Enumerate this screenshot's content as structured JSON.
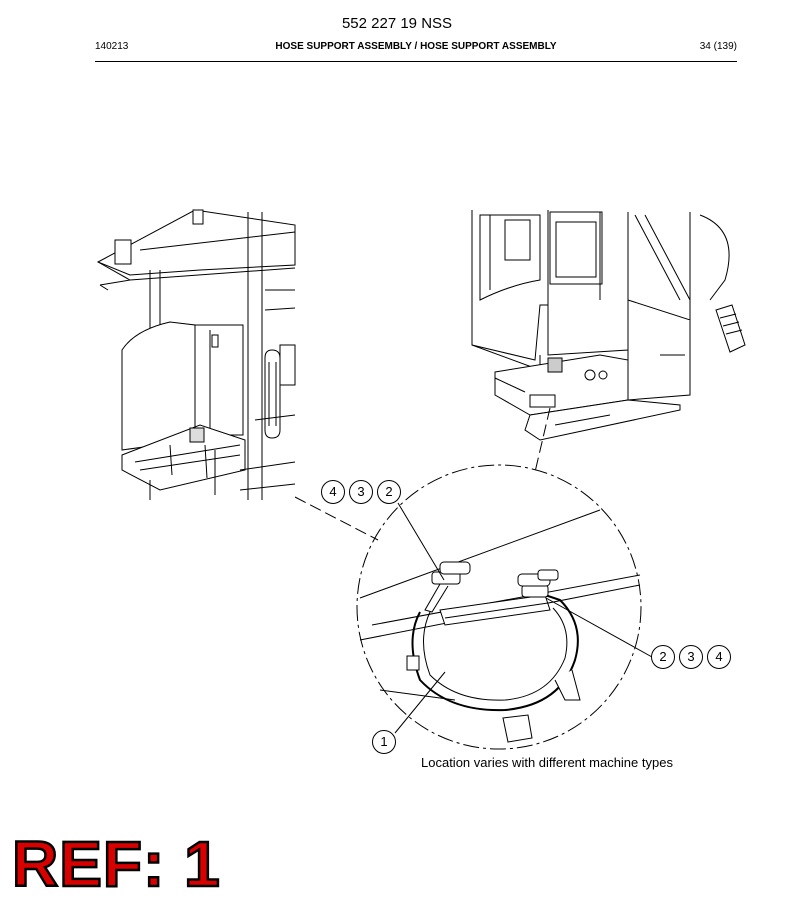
{
  "header": {
    "doc_number": "552 227 19 NSS",
    "left_code": "140213",
    "title": "HOSE SUPPORT ASSEMBLY / HOSE SUPPORT ASSEMBLY",
    "page": "34 (139)"
  },
  "callouts": {
    "group_top": [
      "4",
      "3",
      "2"
    ],
    "group_right": [
      "2",
      "3",
      "4"
    ],
    "item_one": "1"
  },
  "caption": "Location varies with different machine types",
  "ref_label": "REF: 1"
}
